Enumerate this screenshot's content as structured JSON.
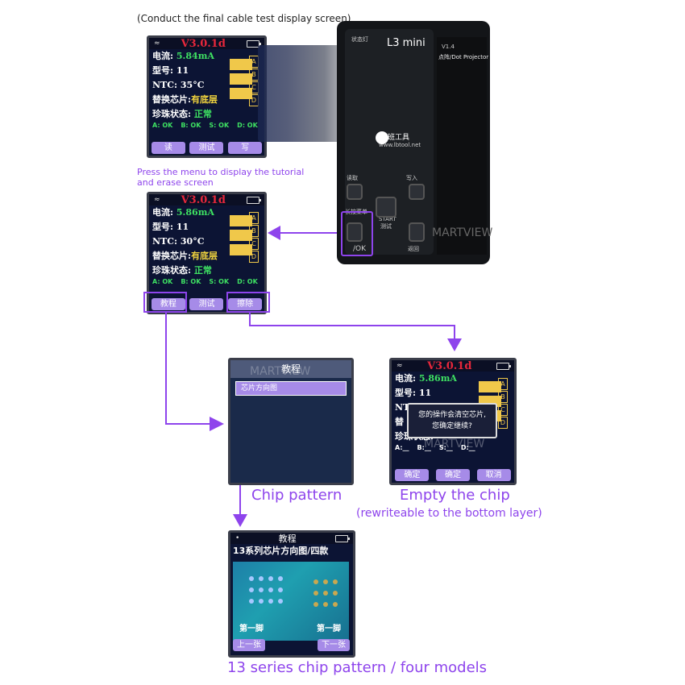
{
  "captions": {
    "top": "(Conduct the final cable test display screen)",
    "menu_line1": "Press the menu to display the tutorial",
    "menu_line2": "and erase screen",
    "chip_pattern": "Chip pattern",
    "empty_chip": "Empty the chip",
    "empty_chip_sub": "(rewriteable to the bottom layer)",
    "series_pattern": "13 series chip pattern / four models"
  },
  "screen1": {
    "title": "V3.0.1d",
    "current_label": "电流:",
    "current_value": "5.84mA",
    "model_label": "型号:",
    "model_value": "11",
    "ntc": "NTC: 35°C",
    "replace_label": "替换芯片:",
    "replace_value": "有底层",
    "pearl_label": "珍珠状态:",
    "pearl_value": "正常",
    "ok": [
      "A: OK",
      "B: OK",
      "S: OK",
      "D: OK"
    ],
    "buttons": [
      "读",
      "测试",
      "写"
    ],
    "pins": [
      "A",
      "B",
      "C",
      "D"
    ]
  },
  "screen2": {
    "title": "V3.0.1d",
    "current_label": "电流:",
    "current_value": "5.86mA",
    "model_label": "型号:",
    "model_value": "11",
    "ntc": "NTC: 30°C",
    "replace_label": "替换芯片:",
    "replace_value": "有底层",
    "pearl_label": "珍珠状态:",
    "pearl_value": "正常",
    "ok": [
      "A: OK",
      "B: OK",
      "S: OK",
      "D: OK"
    ],
    "buttons": [
      "教程",
      "测试",
      "擦除"
    ],
    "pins": [
      "A",
      "B",
      "C",
      "D"
    ]
  },
  "device": {
    "status_label": "状态灯",
    "model": "L3 mini",
    "brand_cn": "鲁班工具",
    "brand_url": "www.lbtool.net",
    "dot_projector": "点阵/Dot Projector",
    "read": "读取",
    "write": "写入",
    "start_cn": "START",
    "test": "测试",
    "menu": "长按菜单",
    "ok": "/OK",
    "back": "返回",
    "version": "V1.4",
    "watermark": "MARTVIEW"
  },
  "tutorial": {
    "title": "教程",
    "item": "芯片方向图",
    "watermark": "MARTVIEW"
  },
  "erase": {
    "title": "V3.0.1d",
    "current_label": "电流:",
    "current_value": "5.86mA",
    "model_label": "型号:",
    "model_value": "11",
    "ntc": "NTC",
    "replace": "替",
    "pearl_label": "珍珠状态:",
    "dialog_line1": "您的操作会清空芯片,",
    "dialog_line2": "您确定继续?",
    "ab": [
      "A:__",
      "B:__",
      "S:__",
      "D:__"
    ],
    "buttons": [
      "确定",
      "确定",
      "取消"
    ],
    "pins": [
      "A",
      "B",
      "C",
      "D"
    ],
    "watermark": "MARTVIEW"
  },
  "pattern": {
    "title": "教程",
    "heading": "13系列芯片方向图/四款",
    "left_label": "第一脚",
    "right_label": "第一脚",
    "prev": "上一张",
    "next": "下一张"
  },
  "colors": {
    "accent": "#8e44ec",
    "title_red": "#e6273b",
    "ok_green": "#3ee062"
  }
}
